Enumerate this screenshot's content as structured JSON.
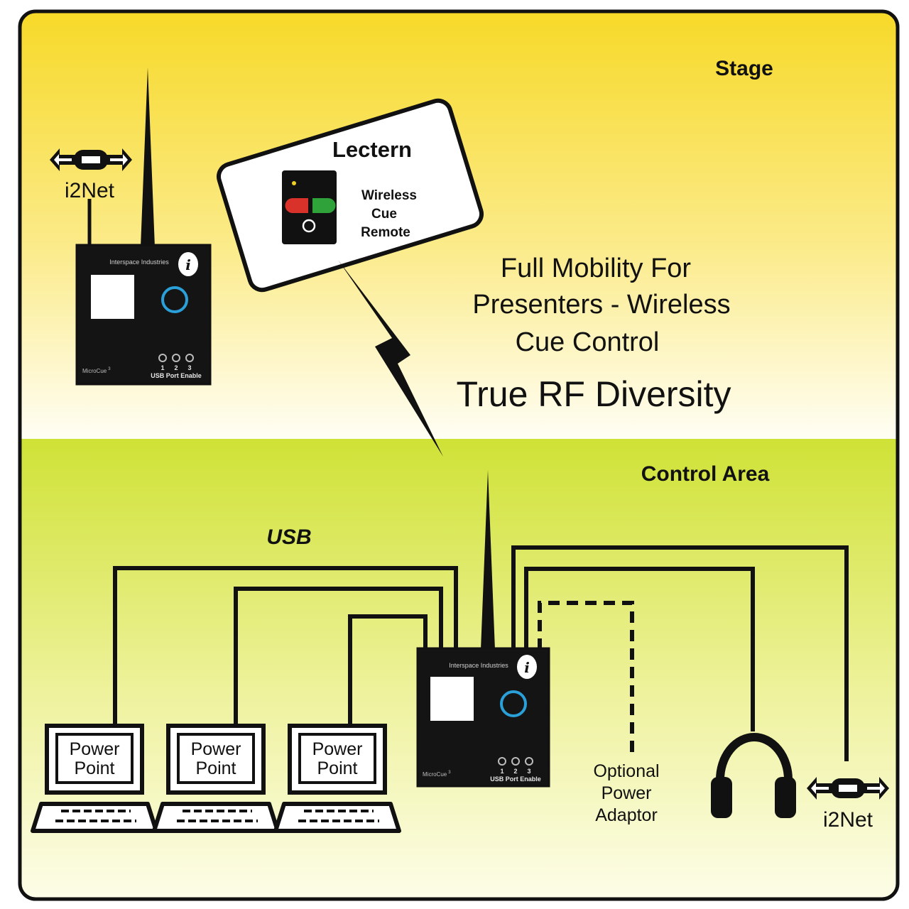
{
  "zones": {
    "stage": "Stage",
    "control_area": "Control Area"
  },
  "lectern": {
    "title": "Lectern",
    "remote_line1": "Wireless",
    "remote_line2": "Cue",
    "remote_line3": "Remote"
  },
  "headline": {
    "line1": "Full Mobility For",
    "line2": "Presenters - Wireless",
    "line3": "Cue Control",
    "rf": "True RF Diversity"
  },
  "usb_label": "USB",
  "device": {
    "maker": "Interspace Industries",
    "model": "MicroCue",
    "model_sup": "3",
    "port_numbers": [
      "1",
      "2",
      "3"
    ],
    "port_label": "USB Port Enable"
  },
  "network_label": "i2Net",
  "laptops": [
    {
      "line1": "Power",
      "line2": "Point"
    },
    {
      "line1": "Power",
      "line2": "Point"
    },
    {
      "line1": "Power",
      "line2": "Point"
    }
  ],
  "power_adaptor": {
    "line1": "Optional",
    "line2": "Power",
    "line3": "Adaptor"
  },
  "colors": {
    "stage_top": "#f7d928",
    "stage_bottom": "#fffef4",
    "control_top": "#cfe236",
    "control_bottom": "#fdfde8",
    "outline": "#1a1a1a",
    "ring": "#2a9fd8",
    "remote_red": "#d8322a",
    "remote_green": "#2fa33a",
    "remote_led": "#f0d020"
  }
}
